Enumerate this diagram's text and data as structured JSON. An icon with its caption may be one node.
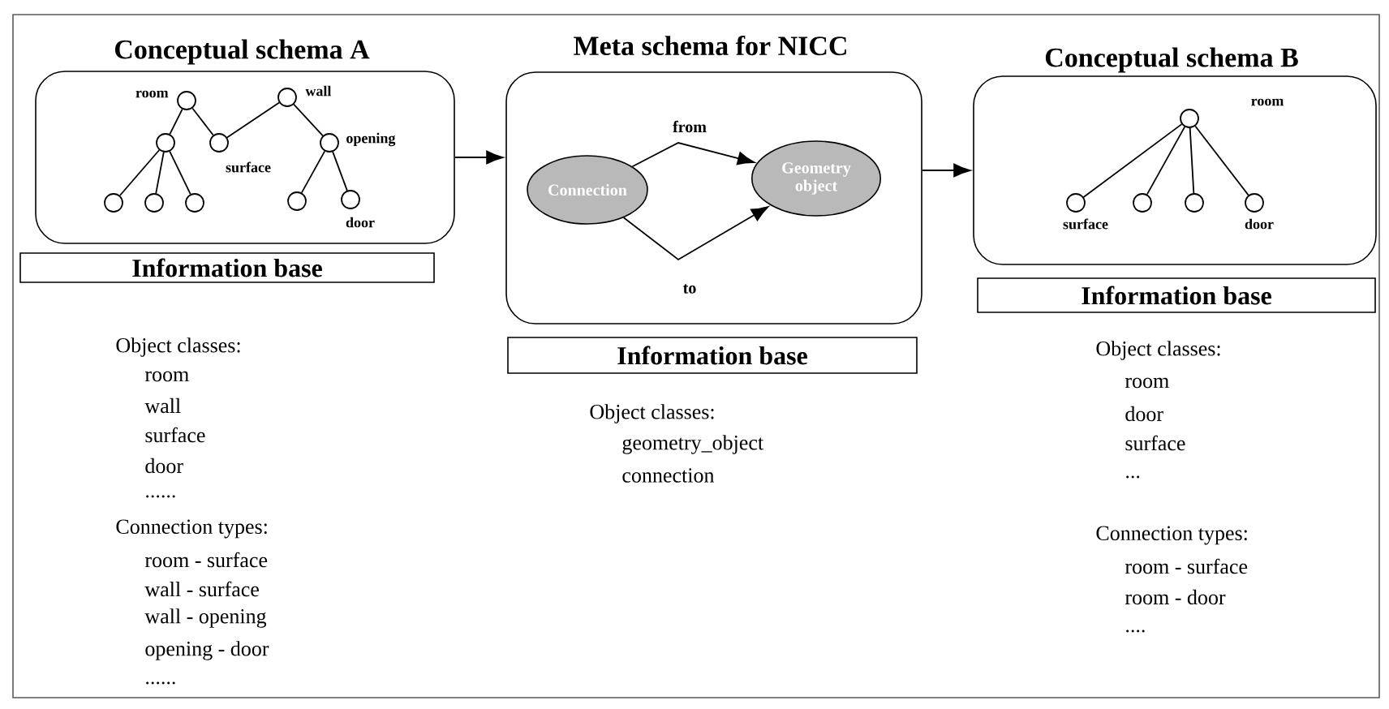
{
  "diagram": {
    "nodes": [
      {
        "text": [
          "Conceptual schema A"
        ]
      },
      {
        "text": [],
        "shape": "circle",
        "in": 0,
        "beside": [
          "room"
        ]
      },
      {
        "text": [],
        "shape": "circle",
        "in": 0,
        "beside": [
          "wall"
        ]
      },
      {
        "text": [],
        "shape": "circle",
        "in": 0
      },
      {
        "text": [],
        "shape": "circle",
        "in": 0,
        "beside": [
          "surface"
        ]
      },
      {
        "text": [],
        "shape": "circle",
        "in": 0,
        "beside": [
          "opening"
        ]
      },
      {
        "text": [],
        "shape": "circle",
        "in": 0
      },
      {
        "text": [],
        "shape": "circle",
        "in": 0
      },
      {
        "text": [],
        "shape": "circle",
        "in": 0
      },
      {
        "text": [],
        "shape": "circle",
        "in": 0
      },
      {
        "text": [],
        "shape": "circle",
        "in": 0,
        "beside": [
          "door"
        ]
      },
      {
        "text": [
          "Information base"
        ]
      },
      {
        "text": [
          "Meta schema for NICC"
        ]
      },
      {
        "text": [
          "Connection"
        ],
        "in": 12
      },
      {
        "text": [
          "Geometry object"
        ],
        "in": 12
      },
      {
        "text": [
          "Information base"
        ]
      },
      {
        "text": [
          "Conceptual schema B"
        ]
      },
      {
        "text": [],
        "shape": "circle",
        "in": 16,
        "beside": [
          "room"
        ]
      },
      {
        "text": [],
        "shape": "circle",
        "in": 16,
        "beside": [
          "surface"
        ]
      },
      {
        "text": [],
        "shape": "circle",
        "in": 16
      },
      {
        "text": [],
        "shape": "circle",
        "in": 16
      },
      {
        "text": [],
        "shape": "circle",
        "in": 16,
        "beside": [
          "door"
        ]
      },
      {
        "text": [
          "Information base"
        ]
      }
    ],
    "edges": [
      {
        "from": 1,
        "to": 3,
        "arrow": "none"
      },
      {
        "from": 1,
        "to": 4,
        "arrow": "none"
      },
      {
        "from": 4,
        "to": 2,
        "arrow": "none"
      },
      {
        "from": 2,
        "to": 5,
        "arrow": "none"
      },
      {
        "from": 3,
        "to": 6,
        "arrow": "none"
      },
      {
        "from": 3,
        "to": 7,
        "arrow": "none"
      },
      {
        "from": 3,
        "to": 8,
        "arrow": "none"
      },
      {
        "from": 5,
        "to": 9,
        "arrow": "none"
      },
      {
        "from": 5,
        "to": 10,
        "arrow": "none"
      },
      {
        "from": 0,
        "to": 12,
        "arrow": "to"
      },
      {
        "from": 13,
        "to": 14,
        "arrow": "to",
        "label": "from"
      },
      {
        "from": 13,
        "to": 14,
        "arrow": "to",
        "label": "to"
      },
      {
        "from": 17,
        "to": 18,
        "arrow": "none"
      },
      {
        "from": 17,
        "to": 19,
        "arrow": "none"
      },
      {
        "from": 17,
        "to": 20,
        "arrow": "none"
      },
      {
        "from": 17,
        "to": 21,
        "arrow": "none"
      },
      {
        "from": 12,
        "to": 16,
        "arrow": "to"
      }
    ],
    "labels": [
      "Object classes:",
      "room",
      "wall",
      "surface",
      "door",
      "......",
      "Connection types:",
      "room - surface",
      "wall - surface",
      "wall - opening",
      "opening - door",
      "......",
      "Object classes:",
      "geometry_object",
      "connection",
      "Object classes:",
      "room",
      "door",
      "surface",
      "...",
      "Connection types:",
      "room - surface",
      "room - door",
      "...."
    ]
  }
}
